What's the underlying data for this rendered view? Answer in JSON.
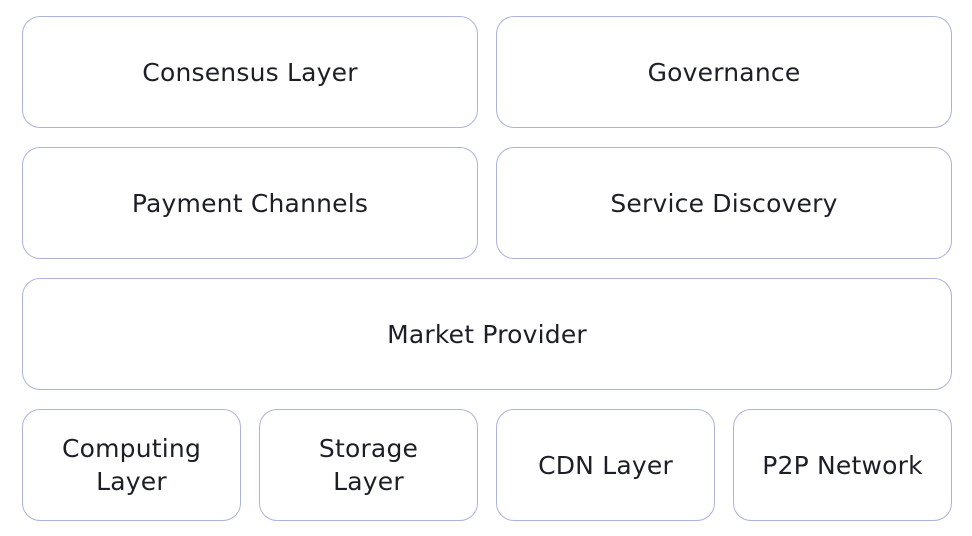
{
  "diagram": {
    "rows": [
      [
        "Consensus Layer",
        "Governance"
      ],
      [
        "Payment Channels",
        "Service Discovery"
      ],
      [
        "Market Provider"
      ],
      [
        "Computing\nLayer",
        "Storage\nLayer",
        "CDN Layer",
        "P2P Network"
      ]
    ],
    "blocks": {
      "consensus": "Consensus Layer",
      "governance": "Governance",
      "payment": "Payment Channels",
      "discovery": "Service Discovery",
      "market": "Market Provider",
      "computing": "Computing\nLayer",
      "storage": "Storage\nLayer",
      "cdn": "CDN Layer",
      "p2p": "P2P Network"
    },
    "colors": {
      "border": "#aeb3dc",
      "background": "#ffffff",
      "text": "#1c1f26"
    }
  }
}
